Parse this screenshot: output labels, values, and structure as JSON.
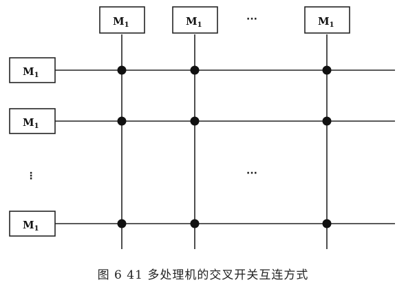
{
  "diagram": {
    "top_modules": [
      {
        "label": "M",
        "subscript": "1"
      },
      {
        "label": "M",
        "subscript": "1"
      },
      {
        "label": "M",
        "subscript": "1"
      }
    ],
    "left_modules": [
      {
        "label": "M",
        "subscript": "1"
      },
      {
        "label": "M",
        "subscript": "1"
      },
      {
        "label": "M",
        "subscript": "1"
      }
    ],
    "horizontal_ellipsis": "···",
    "vertical_ellipsis": "⋮",
    "center_ellipsis": "···",
    "colors": {
      "line": "#222222",
      "node": "#111111",
      "box_fill": "#ffffff"
    }
  },
  "caption": {
    "text": "图 6 41   多处理机的交叉开关互连方式"
  }
}
